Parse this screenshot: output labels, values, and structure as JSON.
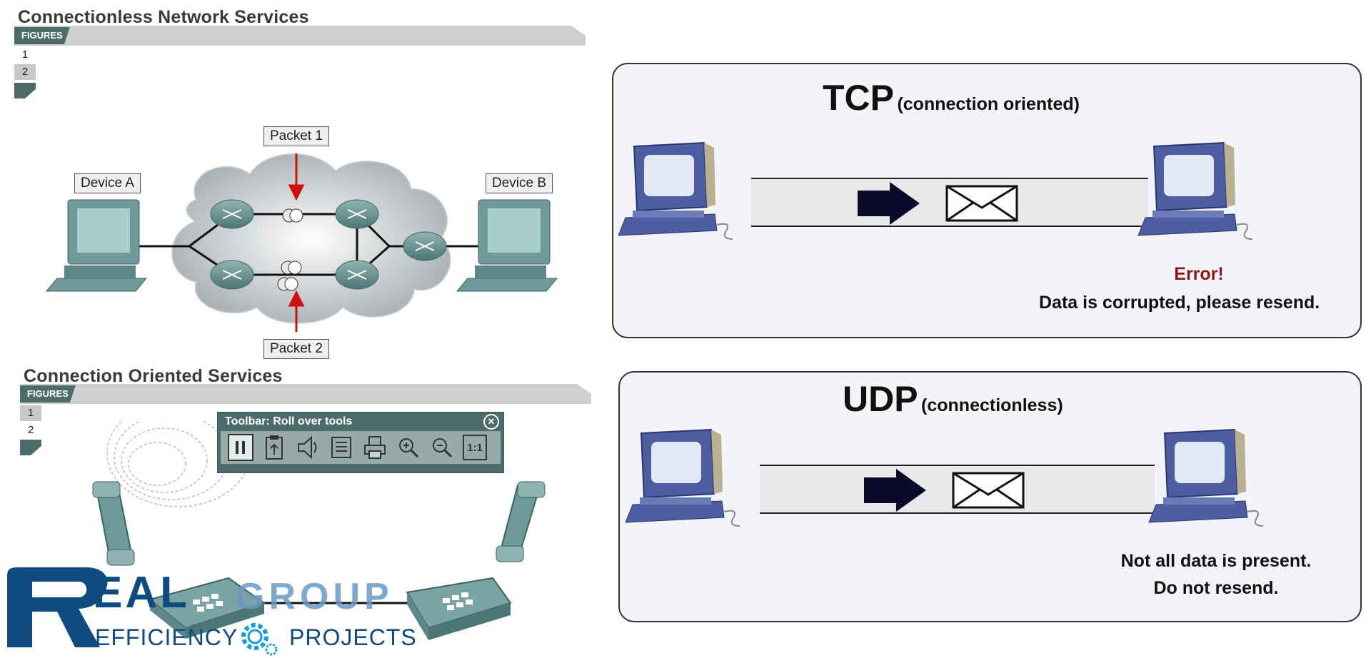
{
  "top_left": {
    "title": "Connectionless Network Services",
    "figures_label": "FIGURES",
    "pages": [
      "1",
      "2"
    ],
    "labels": {
      "device_a": "Device A",
      "device_b": "Device B",
      "packet_1": "Packet 1",
      "packet_2": "Packet 2"
    }
  },
  "bottom_left": {
    "title": "Connection Oriented Services",
    "figures_label": "FIGURES",
    "pages": [
      "1",
      "2"
    ],
    "toolbar": {
      "title": "Toolbar: Roll over tools",
      "close_icon": "close-icon",
      "tools": [
        "pause-icon",
        "clipboard-icon",
        "speaker-icon",
        "list-icon",
        "printer-icon",
        "zoom-in-icon",
        "zoom-out-icon",
        "actual-size-icon"
      ],
      "actual_size_label": "1:1"
    }
  },
  "tcp_panel": {
    "title": "TCP",
    "subtitle": "(connection oriented)",
    "error": "Error!",
    "message": "Data is corrupted, please resend."
  },
  "udp_panel": {
    "title": "UDP",
    "subtitle": "(connectionless)",
    "message_line1": "Not all data is present.",
    "message_line2": "Do not resend."
  },
  "watermark": {
    "brand_letters": "EAL",
    "brand_word": "GROUP",
    "tagline_left": "EFFICIENCY",
    "tagline_right": "PROJECTS"
  },
  "colors": {
    "teal": "#4e6b6b",
    "monitor_blue": "#4d5ea0",
    "brand_blue": "#0f4a80",
    "error_red": "#8a1a1a"
  }
}
